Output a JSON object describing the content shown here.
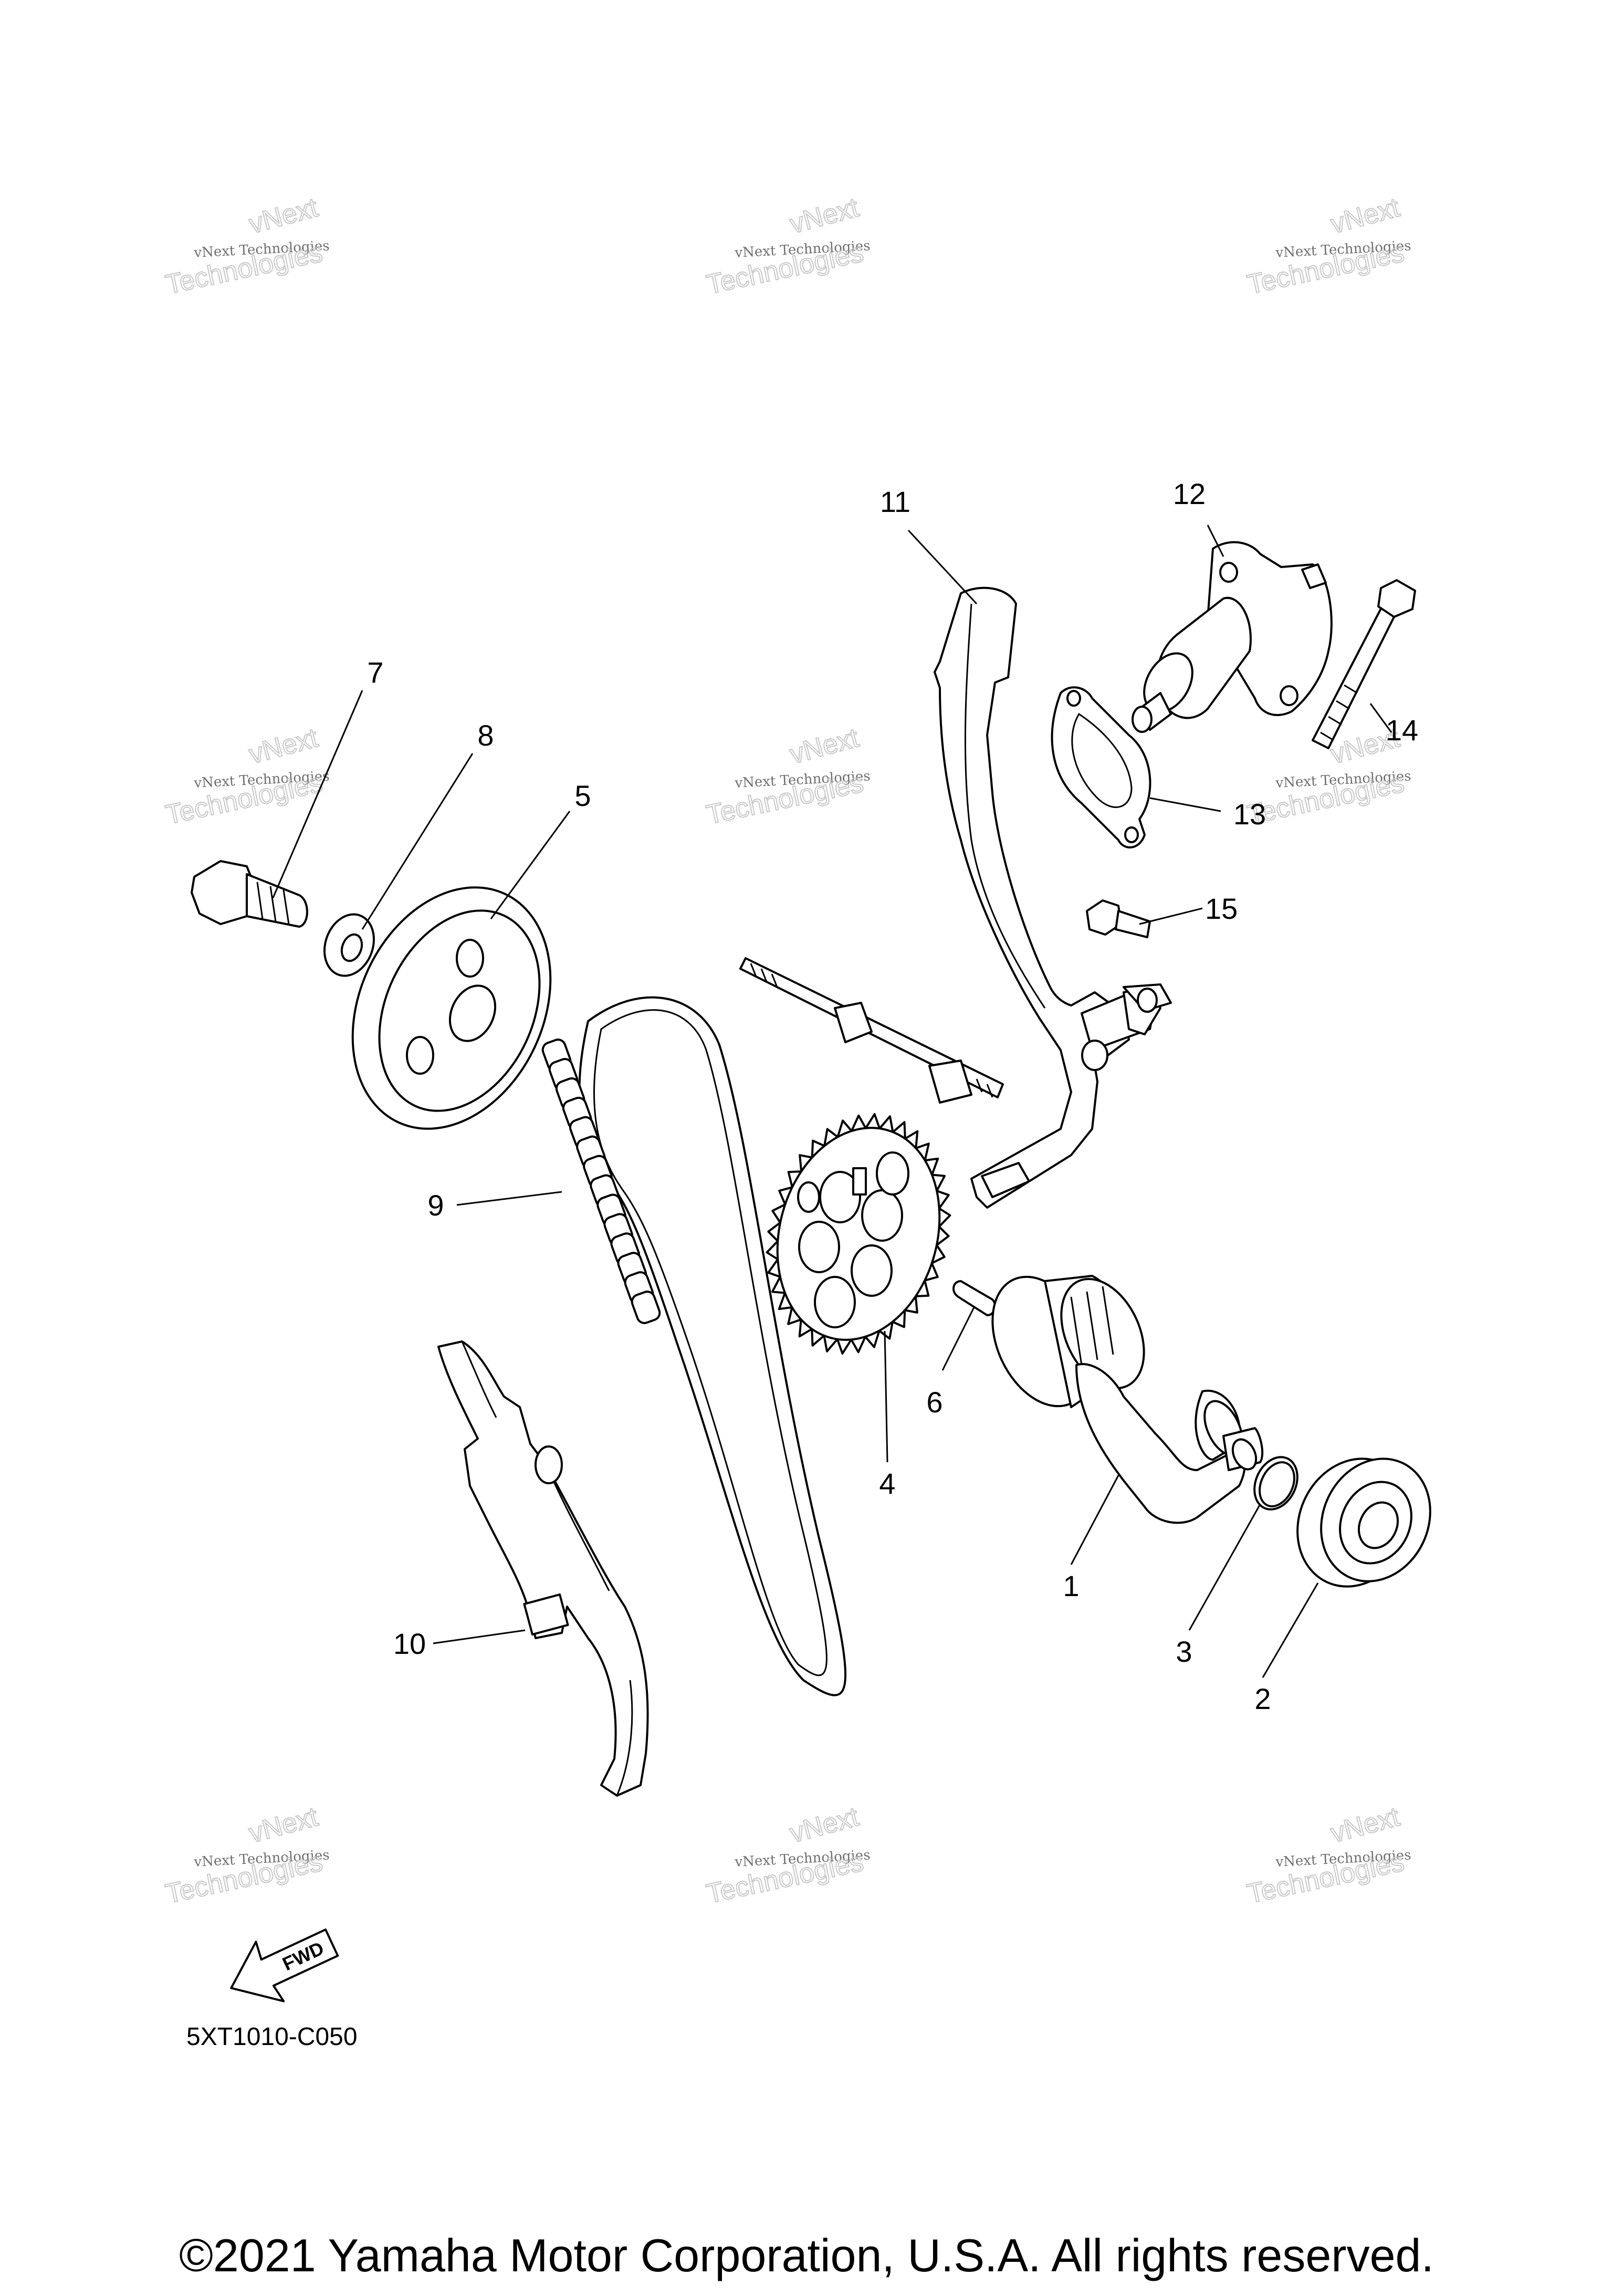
{
  "diagram": {
    "code": "5XT1010-C050",
    "fwd_label": "FWD",
    "callouts": [
      "1",
      "2",
      "3",
      "4",
      "5",
      "6",
      "7",
      "8",
      "9",
      "10",
      "11",
      "12",
      "13",
      "14",
      "15"
    ]
  },
  "watermark": {
    "line1": "vNext Technologies",
    "line2": "Technologies",
    "line3": "vNext"
  },
  "footer": {
    "copyright": "©2021 Yamaha Motor Corporation, U.S.A. All rights reserved."
  },
  "colors": {
    "ink": "#000000",
    "background": "#ffffff",
    "watermark": "#c8c8c8"
  }
}
